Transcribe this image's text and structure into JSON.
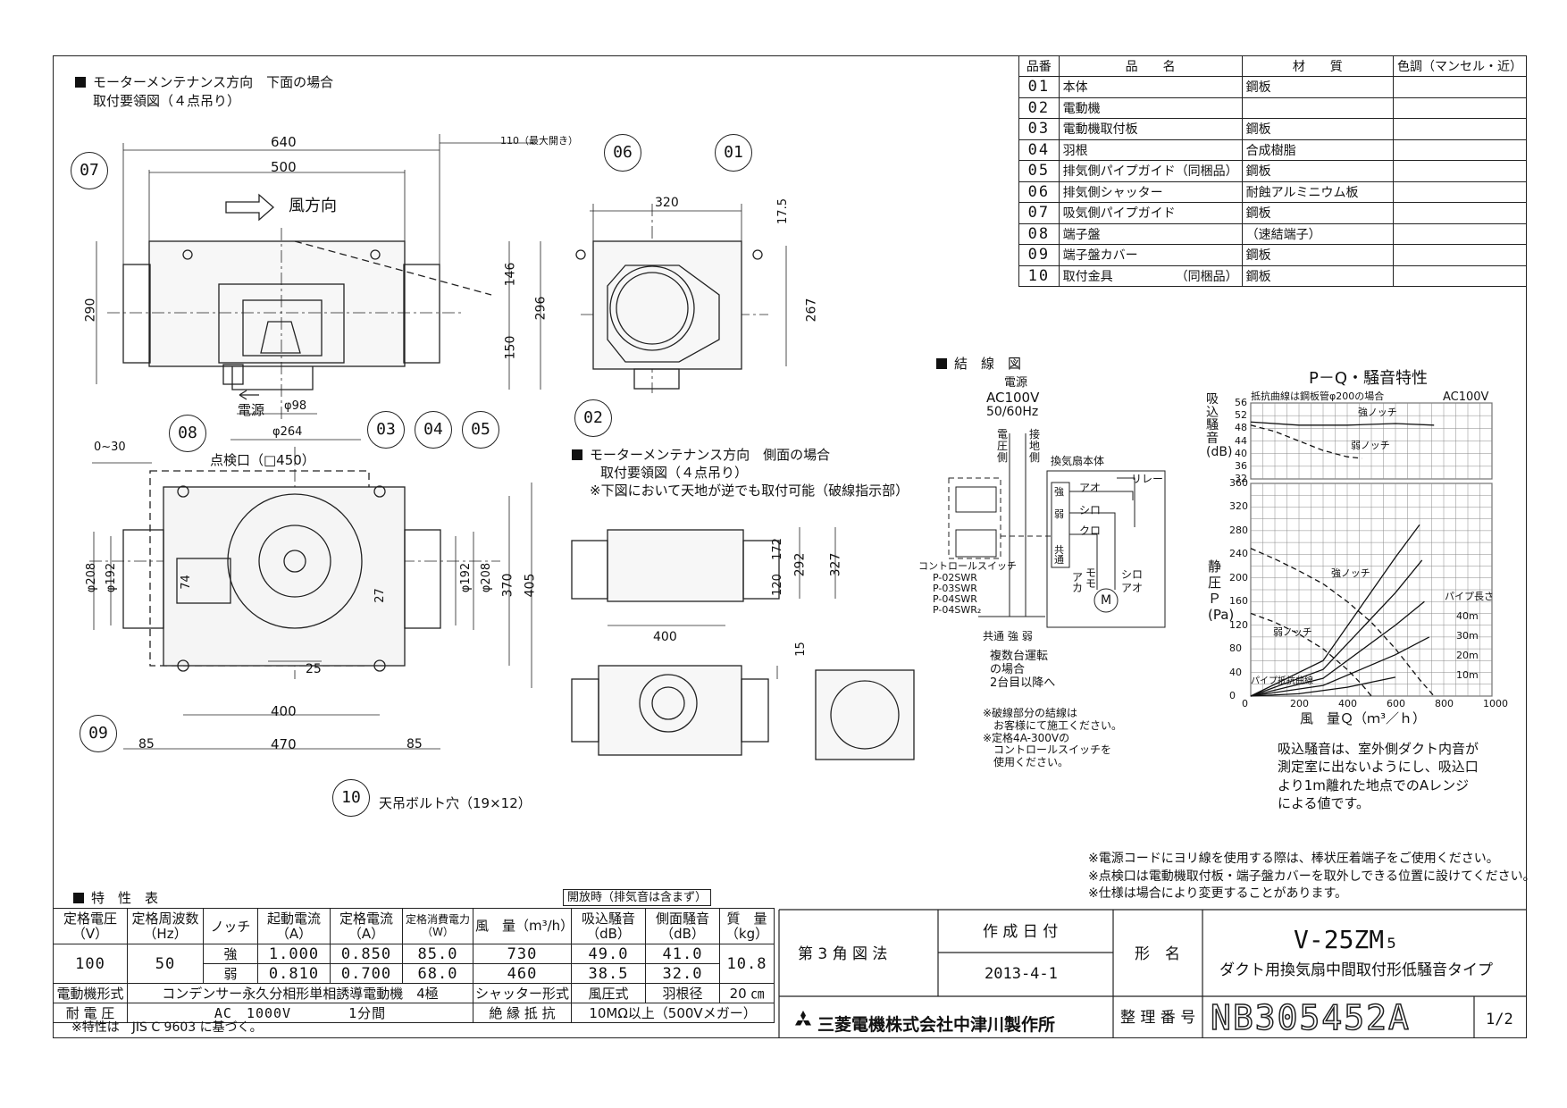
{
  "views": {
    "bottom": {
      "title": "モーターメンテナンス方向　下面の場合",
      "subtitle": "取付要領図（４点吊り）",
      "wind": "風方向",
      "power": "電源",
      "inspection": "点検口（□450）",
      "bolt": "天吊ボルト穴（19×12）",
      "dims": {
        "d640": "640",
        "d500": "500",
        "d110": "110（最大開き）",
        "d290": "290",
        "d296": "296",
        "d146": "146",
        "d150": "150",
        "d98": "φ98",
        "d264": "φ264",
        "d0_30": "0~30",
        "d208a": "φ208",
        "d192a": "φ192",
        "d74": "74",
        "d27": "27",
        "d192b": "φ192",
        "d208b": "φ208",
        "d370": "370",
        "d405": "405",
        "d25": "25",
        "d400": "400",
        "d85a": "85",
        "d470": "470",
        "d85b": "85"
      }
    },
    "side_top": {
      "d320": "320",
      "d17_5": "17.5",
      "d267": "267"
    },
    "side": {
      "title": "モーターメンテナンス方向　側面の場合",
      "subtitle": "取付要領図（４点吊り）",
      "note": "※下図において天地が逆でも取付可能（破線指示部）",
      "dims": {
        "d172": "172",
        "d120": "120",
        "d292": "292",
        "d327": "327",
        "d400": "400",
        "d15": "15"
      }
    }
  },
  "bubbles": [
    "07",
    "06",
    "01",
    "03",
    "04",
    "05",
    "02",
    "08",
    "09",
    "10"
  ],
  "parts_table": {
    "headers": [
      "品番",
      "品　　名",
      "材　　質",
      "色調（マンセル・近）"
    ],
    "rows": [
      {
        "no": "01",
        "name": "本体",
        "sub": "",
        "material": "鋼板",
        "color": ""
      },
      {
        "no": "02",
        "name": "電動機",
        "sub": "",
        "material": "",
        "color": ""
      },
      {
        "no": "03",
        "name": "電動機取付板",
        "sub": "",
        "material": "鋼板",
        "color": ""
      },
      {
        "no": "04",
        "name": "羽根",
        "sub": "",
        "material": "合成樹脂",
        "color": ""
      },
      {
        "no": "05",
        "name": "排気側パイプガイド（同梱品）",
        "sub": "",
        "material": "鋼板",
        "color": ""
      },
      {
        "no": "06",
        "name": "排気側シャッター",
        "sub": "",
        "material": "耐蝕アルミニウム板",
        "color": ""
      },
      {
        "no": "07",
        "name": "吸気側パイプガイド",
        "sub": "",
        "material": "鋼板",
        "color": ""
      },
      {
        "no": "08",
        "name": "端子盤",
        "sub": "",
        "material": "（速結端子）",
        "color": ""
      },
      {
        "no": "09",
        "name": "端子盤カバー",
        "sub": "",
        "material": "鋼板",
        "color": ""
      },
      {
        "no": "10",
        "name": "取付金具",
        "sub": "（同梱品）",
        "material": "鋼板",
        "color": ""
      }
    ]
  },
  "wiring": {
    "title": "結　線　図",
    "power": "電源",
    "voltage": "AC100V",
    "freq": "50/60Hz",
    "voltage_side": "電圧側",
    "ground_side": "接地側",
    "fan_body": "換気扇本体",
    "relay": "リレー",
    "strong": "強",
    "weak": "弱",
    "common": "共通",
    "ao": "アオ",
    "shiro": "シロ",
    "kuro": "クロ",
    "aka": "アカ",
    "momo": "モモ",
    "motor": "M",
    "switch_title": "コントロールスイッチ",
    "switches": [
      "P-02SWR",
      "P-03SWR",
      "P-04SWR",
      "P-04SWR₂"
    ],
    "bottom_labels": [
      "共通",
      "強",
      "弱"
    ],
    "multi": [
      "複数台運転",
      "の場合",
      "2台目以降へ"
    ],
    "notes": [
      "※破線部分の結線は",
      "お客様にて施工ください。",
      "※定格4A-300Vの",
      "コントロールスイッチを",
      "使用ください。"
    ]
  },
  "chart_data": {
    "type": "line",
    "title": "P－Q・騒音特性",
    "note_top": "抵抗曲線は鋼板管φ200の場合",
    "supply": "AC100V",
    "xlabel": "風　量Ｑ（ｍ³／ｈ）",
    "ylabel": "静圧Ｐ(Pa)",
    "y2label": "吸込騒音(dB)",
    "xticks": [
      "0",
      "200",
      "400",
      "600",
      "800",
      "1000"
    ],
    "yticks": [
      "0",
      "40",
      "80",
      "120",
      "160",
      "200",
      "240",
      "280",
      "320",
      "360"
    ],
    "noise_ticks": [
      "32",
      "36",
      "40",
      "44",
      "48",
      "52",
      "56"
    ],
    "xlim": [
      0,
      1000
    ],
    "ylim": [
      0,
      360
    ],
    "noise_lim": [
      32,
      56
    ],
    "series": [
      {
        "name": "強ノッチ",
        "type": "pq",
        "x": [
          0,
          100,
          200,
          300,
          400,
          500,
          600,
          700,
          760
        ],
        "y": [
          250,
          232,
          212,
          190,
          160,
          125,
          80,
          28,
          0
        ]
      },
      {
        "name": "弱ノッチ",
        "type": "pq",
        "x": [
          0,
          100,
          200,
          300,
          400,
          460,
          500
        ],
        "y": [
          140,
          125,
          105,
          80,
          45,
          20,
          0
        ]
      },
      {
        "name": "強ノッチ",
        "type": "noise",
        "x": [
          0,
          200,
          400,
          600,
          760
        ],
        "y": [
          50,
          49,
          49,
          49.5,
          49
        ]
      },
      {
        "name": "弱ノッチ",
        "type": "noise",
        "x": [
          0,
          100,
          200,
          300,
          400,
          460
        ],
        "y": [
          49,
          47,
          44,
          41,
          39,
          38.5
        ]
      },
      {
        "name": "パイプ抵抗曲線",
        "type": "resist",
        "x": [
          0,
          200,
          400,
          600
        ],
        "y": [
          0,
          4,
          15,
          32
        ]
      },
      {
        "name": "10m",
        "type": "duct",
        "x": [
          0,
          300,
          600,
          740
        ],
        "y": [
          0,
          18,
          70,
          100
        ]
      },
      {
        "name": "20m",
        "type": "duct",
        "x": [
          0,
          300,
          600,
          720
        ],
        "y": [
          0,
          30,
          120,
          160
        ]
      },
      {
        "name": "30m",
        "type": "duct",
        "x": [
          0,
          300,
          600,
          710
        ],
        "y": [
          0,
          45,
          175,
          230
        ]
      },
      {
        "name": "40m",
        "type": "duct",
        "x": [
          0,
          300,
          600,
          700
        ],
        "y": [
          0,
          60,
          235,
          290
        ]
      }
    ],
    "labels": {
      "strong": "強ノッチ",
      "weak": "弱ノッチ",
      "pipe_len": "パイプ長さ",
      "pipe_resist": "パイプ抵抗曲線",
      "m40": "40m",
      "m30": "30m",
      "m20": "20m",
      "m10": "10m"
    },
    "noise_note": [
      "吸込騒音は、室外側ダクト内音が",
      "測定室に出ないようにし、吸込口",
      "より1m離れた地点でのAレンジ",
      "による値です。"
    ]
  },
  "general_notes": [
    "※電源コードにヨリ線を使用する際は、棒状圧着端子をご使用ください。",
    "※点検口は電動機取付板・端子盤カバーを取外しできる位置に設けてください。",
    "※仕様は場合により変更することがあります。"
  ],
  "spec_table": {
    "title": "特　性　表",
    "open_note": "開放時（排気音は含まず）",
    "headers": [
      "定格電圧（V）",
      "定格周波数（Hz）",
      "ノッチ",
      "起動電流（A）",
      "定格電流（A）",
      "定格消費電力（W）",
      "風　量（m³/h）",
      "吸込騒音（dB）",
      "側面騒音（dB）",
      "質　量（kg）"
    ],
    "voltage": "100",
    "frequency": "50",
    "mass": "10.8",
    "rows": [
      {
        "notch": "強",
        "start": "1.000",
        "rated": "0.850",
        "power": "85.0",
        "flow": "730",
        "suction": "49.0",
        "side": "41.0"
      },
      {
        "notch": "弱",
        "start": "0.810",
        "rated": "0.700",
        "power": "68.0",
        "flow": "460",
        "suction": "38.5",
        "side": "32.0"
      }
    ],
    "motor_label": "電動機形式",
    "motor_value": "コンデンサー永久分相形単相誘導電動機　4極",
    "shutter_label": "シャッター形式",
    "shutter_value": "風圧式",
    "blade_label": "羽根径",
    "blade_value": "20 ㎝",
    "withstand_label": "耐 電 圧",
    "withstand_value": "AC　1000V　　　　1分間",
    "insulation_label": "絶 縁 抵 抗",
    "insulation_value": "10MΩ以上（500Vメガー）",
    "footnote": "※特性は　JIS C 9603 に基づく。"
  },
  "title_block": {
    "projection": "第 3 角 図 法",
    "created_label": "作 成 日 付",
    "created_date": "2013-4-1",
    "model_label": "形　名",
    "model": "V-25ZM₅",
    "description": "ダクト用換気扇中間取付形低騒音タイプ",
    "company": "三菱電機株式会社中津川製作所",
    "ref_label": "整 理 番 号",
    "ref_number": "NB305452A",
    "page": "1/2"
  }
}
